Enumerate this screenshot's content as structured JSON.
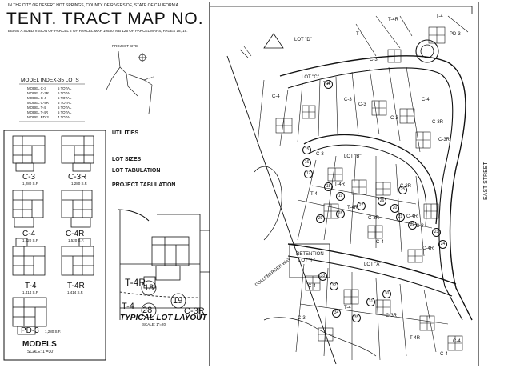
{
  "header": {
    "location": "IN THE CITY OF DESERT HOT SPRINGS, COUNTY OF RIVERSIDE, STATE OF CALIFORNIA",
    "title": "TENT. TRACT MAP NO.",
    "subtitle": "BEING A SUBDIVISION OF PARCEL 2 OF PARCEL MAP 19530, MB 125 OF PARCEL MAPS, PAGES 18, 19."
  },
  "vicinity": {
    "project_site_label": "PROJECT SITE"
  },
  "model_index": {
    "title": "MODEL INDEX-35 LOTS",
    "rows": [
      {
        "model": "MODEL C-3",
        "count": "5 TOTAL"
      },
      {
        "model": "MODEL C-3R",
        "count": "6 TOTAL"
      },
      {
        "model": "MODEL C-4",
        "count": "5 TOTAL"
      },
      {
        "model": "MODEL C-4R",
        "count": "5 TOTAL"
      },
      {
        "model": "MODEL T-4",
        "count": "5 TOTAL"
      },
      {
        "model": "MODEL T-4R",
        "count": "5 TOTAL"
      },
      {
        "model": "MODEL PD-3",
        "count": "4 TOTAL"
      }
    ]
  },
  "models_panel": {
    "cards": [
      {
        "name": "C-3",
        "area": "1,280 S.F."
      },
      {
        "name": "C-3R",
        "area": "1,280 S.F."
      },
      {
        "name": "C-4",
        "area": "1,520 S.F."
      },
      {
        "name": "C-4R",
        "area": "1,520 S.F."
      },
      {
        "name": "T-4",
        "area": "1,414 S.F."
      },
      {
        "name": "T-4R",
        "area": "1,414 S.F."
      },
      {
        "name": "PD-3",
        "area": "1,280 S.F."
      }
    ],
    "title": "MODELS",
    "scale": "SCALE: 1\"=30'"
  },
  "notes": {
    "utilities": "UTILITIES",
    "lot_sizes": "LOT SIZES",
    "lot_tabulation": "LOT TABULATION",
    "project_tabulation": "PROJECT TABULATION"
  },
  "typical_lot": {
    "title": "TYPICAL LOT LAYOUT",
    "scale": "SCALE: 1\"=20'",
    "labels": [
      "T-4R",
      "18",
      "T-4",
      "28",
      "19",
      "C-3R"
    ]
  },
  "map": {
    "streets": [
      "EAST STREET",
      "DOLLEBERGER WAY"
    ],
    "lot_labels": [
      "LOT \"D\"",
      "LOT \"C\"",
      "LOT \"B\"",
      "LOT \"A\"",
      "RETENTION",
      "LOT \"F\""
    ],
    "plan_labels": [
      {
        "text": "T-4R"
      },
      {
        "text": "T-4"
      },
      {
        "text": "PD-3"
      },
      {
        "text": "T-4"
      },
      {
        "text": "C-3"
      },
      {
        "text": "C-4"
      },
      {
        "text": "C-3"
      },
      {
        "text": "T-4"
      },
      {
        "text": "C-3"
      },
      {
        "text": "C-4"
      },
      {
        "text": "C-3R"
      },
      {
        "text": "C-3"
      },
      {
        "text": "C-3"
      },
      {
        "text": "C-3R"
      },
      {
        "text": "T-4R"
      },
      {
        "text": "C-3R"
      },
      {
        "text": "T-4"
      },
      {
        "text": "T-4R"
      },
      {
        "text": "C-4R"
      },
      {
        "text": "C-3R"
      },
      {
        "text": "C-4R"
      },
      {
        "text": "C-3"
      },
      {
        "text": "C-4"
      },
      {
        "text": "C-4"
      },
      {
        "text": "T-4"
      },
      {
        "text": "T-4R"
      },
      {
        "text": "C-3R"
      },
      {
        "text": "C-4"
      },
      {
        "text": "C-4"
      },
      {
        "text": "C-3"
      }
    ],
    "lot_numbers": [
      "14",
      "15",
      "16",
      "17",
      "18",
      "19",
      "20",
      "21",
      "22",
      "23",
      "24",
      "25",
      "26",
      "27",
      "28",
      "29",
      "30",
      "31",
      "32",
      "33",
      "34",
      "35"
    ]
  }
}
